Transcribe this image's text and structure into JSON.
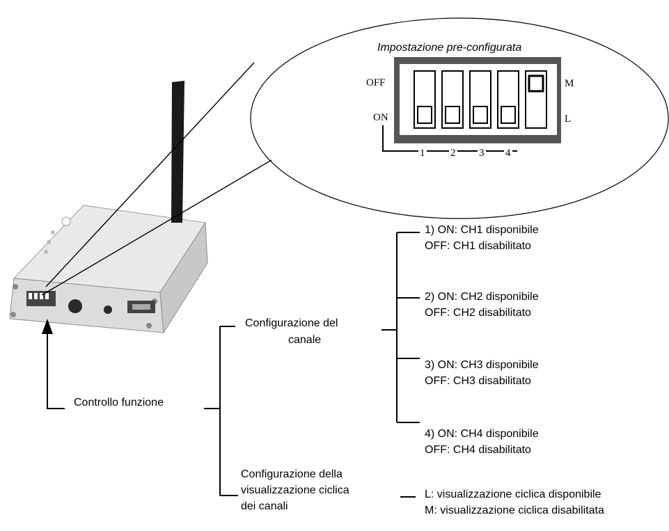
{
  "callout": {
    "title": "Impostazione pre-configurata",
    "off_label": "OFF",
    "on_label": "ON",
    "m_label": "M",
    "l_label": "L",
    "switch_numbers": [
      "1",
      "2",
      "3",
      "4"
    ]
  },
  "tree": {
    "root": "Controllo funzione",
    "channel_config": [
      "Configurazione del",
      "canale"
    ],
    "cycle_config": [
      "Configurazione della",
      "visualizzazione ciclica",
      "dei canali"
    ],
    "channels": [
      [
        "1) ON: CH1 disponibile",
        "OFF: CH1 disabilitato"
      ],
      [
        "2) ON: CH2 disponibile",
        "OFF: CH2 disabilitato"
      ],
      [
        "3) ON: CH3 disponibile",
        "OFF: CH3 disabilitato"
      ],
      [
        "4) ON: CH4 disponibile",
        "OFF: CH4 disabilitato"
      ]
    ],
    "cycle_options": [
      "L: visualizzazione ciclica disponibile",
      "M: visualizzazione ciclica disabilitata"
    ]
  }
}
